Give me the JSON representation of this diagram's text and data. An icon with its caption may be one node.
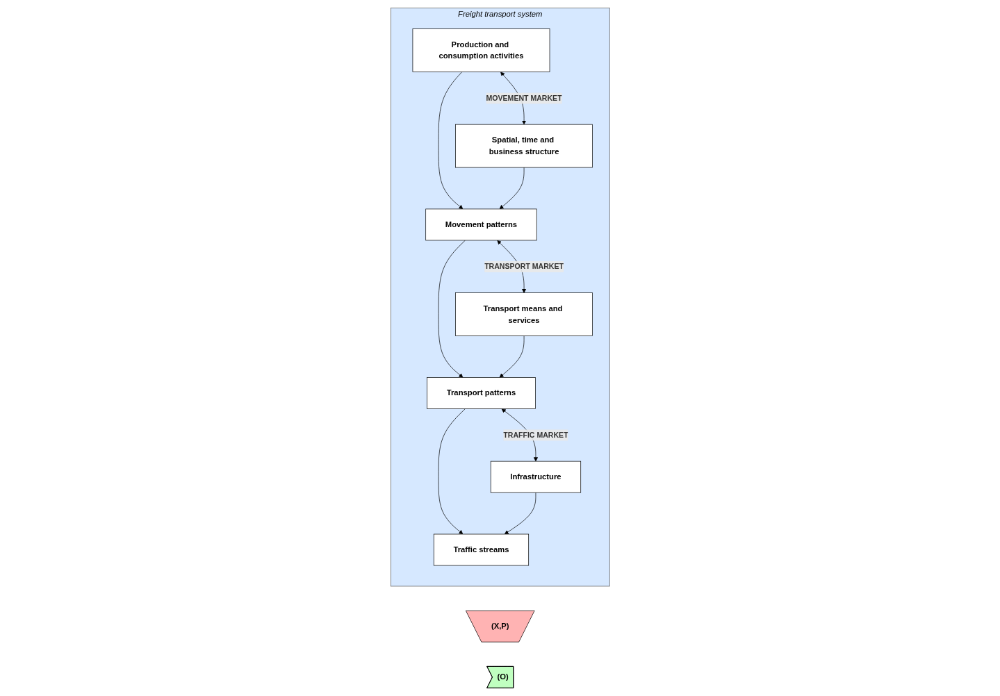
{
  "diagram": {
    "nodes": [
      {
        "text": [
          "(X,P)"
        ]
      },
      {
        "text": [
          "Freight transport system"
        ]
      },
      {
        "text": [
          "Production and consumption activities"
        ],
        "in": 1
      },
      {
        "text": [
          "Movement patterns"
        ],
        "in": 1
      },
      {
        "text": [
          "Spatial, time and business structure"
        ],
        "in": 1
      },
      {
        "text": [
          "Transport patterns"
        ],
        "in": 1
      },
      {
        "text": [
          "Transport means and services"
        ],
        "in": 1
      },
      {
        "text": [
          "Traffic streams"
        ],
        "in": 1
      },
      {
        "text": [
          "Infrastructure"
        ],
        "in": 1
      },
      {
        "text": [
          "(O)"
        ]
      }
    ],
    "edges": [
      {
        "from": 2,
        "to": 4,
        "arrow": "both",
        "label": "MOVEMENT MARKET"
      },
      {
        "from": 2,
        "to": 3,
        "arrow": "to"
      },
      {
        "from": 4,
        "to": 3,
        "arrow": "to"
      },
      {
        "from": 3,
        "to": 6,
        "arrow": "both",
        "label": "TRANSPORT MARKET"
      },
      {
        "from": 3,
        "to": 5,
        "arrow": "to"
      },
      {
        "from": 6,
        "to": 5,
        "arrow": "to"
      },
      {
        "from": 5,
        "to": 8,
        "arrow": "both",
        "label": "TRAFFIC MARKET"
      },
      {
        "from": 5,
        "to": 7,
        "arrow": "to"
      },
      {
        "from": 8,
        "to": 7,
        "arrow": "to"
      }
    ]
  }
}
